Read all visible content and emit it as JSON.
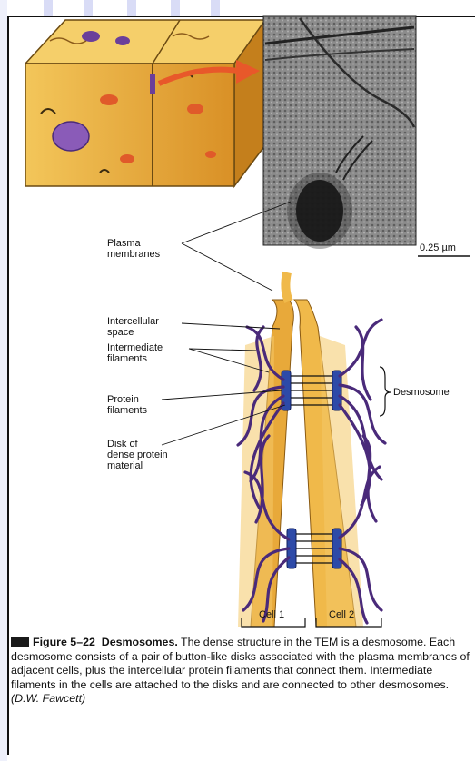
{
  "labels": {
    "plasma_membranes": "Plasma\nmembranes",
    "scale_bar": "0.25 µm",
    "intercellular_space": "Intercellular\nspace",
    "intermediate_filaments": "Intermediate\nfilaments",
    "protein_filaments": "Protein\nfilaments",
    "disk": "Disk of\ndense protein\nmaterial",
    "desmosome": "Desmosome",
    "cell1": "Cell 1",
    "cell2": "Cell 2"
  },
  "caption": {
    "figure_number": "Figure 5–22",
    "figure_title": "Desmosomes.",
    "text": " The dense structure in the TEM is a desmosome. Each desmosome consists of a pair of button-like disks associated with the plasma membranes of adjacent cells, plus the intercellular protein filaments that connect them. Intermediate filaments in the cells are attached to the disks and are connected to other desmosomes. ",
    "credit": "(D.W. Fawcett)"
  },
  "colors": {
    "cell_fill": "#e8a93a",
    "filament": "#4a2a7a",
    "disk": "#2d4aa8",
    "micrograph": "#7a7a7a",
    "arrow": "#e8582a"
  }
}
